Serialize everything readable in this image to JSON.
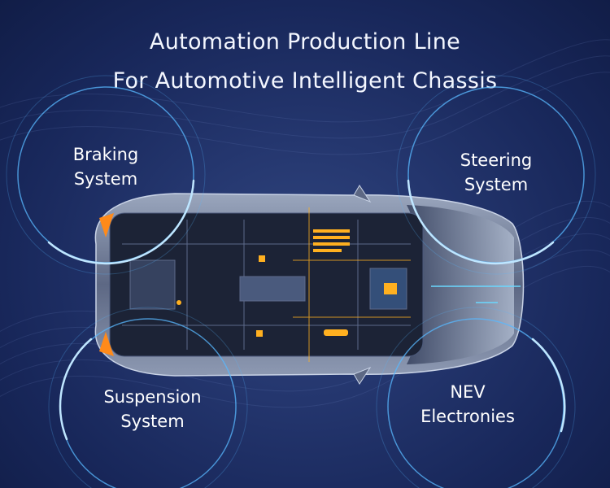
{
  "title": {
    "line1": "Automation Production Line",
    "line2": "For Automotive Intelligent Chassis"
  },
  "systems": {
    "braking": {
      "line1": "Braking",
      "line2": "System"
    },
    "steering": {
      "line1": "Steering",
      "line2": "System"
    },
    "suspension": {
      "line1": "Suspension",
      "line2": "System"
    },
    "nev": {
      "line1": "NEV",
      "line2": "Electronies"
    }
  },
  "colors": {
    "background": "#1a2a5c",
    "ring_glow": "#58b8ff",
    "amber_light": "#ffb020",
    "car_body": "#8a97b0"
  }
}
